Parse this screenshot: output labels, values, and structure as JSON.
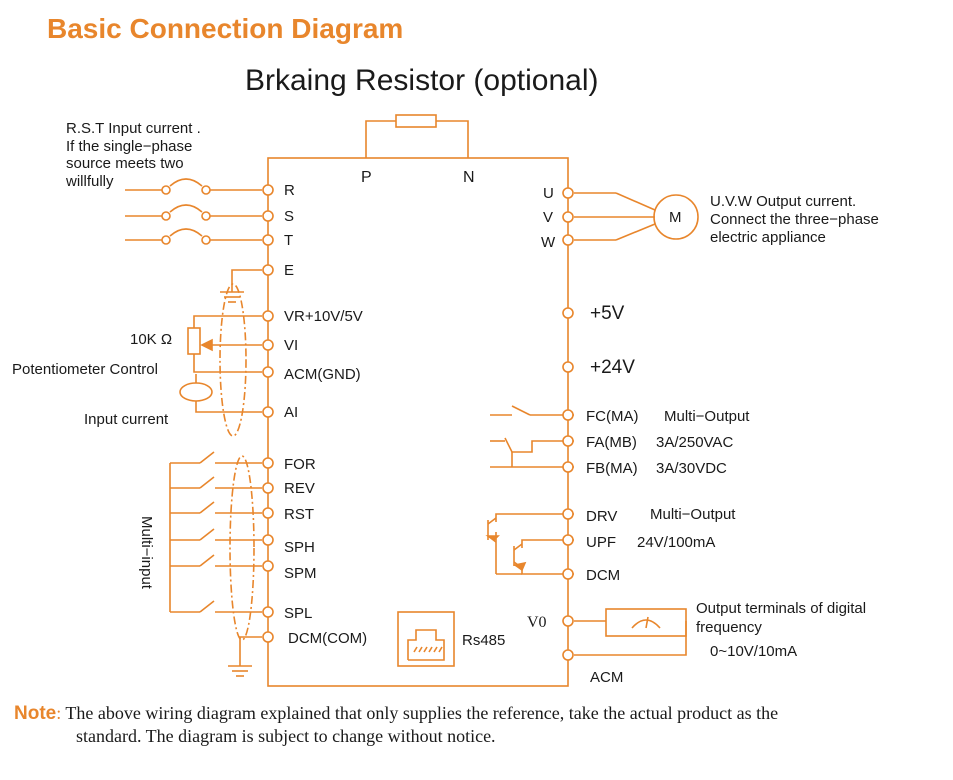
{
  "title": "Basic Connection Diagram",
  "subtitle": "Brkaing Resistor (optional)",
  "colors": {
    "accent": "#e8862c",
    "line": "#e8862c",
    "text": "#1a1a1a"
  },
  "bus_labels": {
    "p": "P",
    "n": "N"
  },
  "input_note": [
    "R.S.T Input current .",
    "If the single−phase",
    "source meets two",
    "willfully"
  ],
  "input_terminals": [
    "R",
    "S",
    "T",
    "E"
  ],
  "analog_terminals": [
    "VR+10V/5V",
    "VI",
    "ACM(GND)",
    "AI"
  ],
  "resistor_label": "10K Ω",
  "potentiometer_label": "Potentiometer Control",
  "input_current_label": "Input current",
  "digital_terminals": [
    "FOR",
    "REV",
    "RST",
    "SPH",
    "SPM",
    "SPL",
    "DCM(COM)"
  ],
  "multi_input_label": "Multi−input",
  "rs485_label": "Rs485",
  "output_terminals": [
    "U",
    "V",
    "W"
  ],
  "motor_label": "M",
  "output_note": [
    "U.V.W Output current.",
    "Connect the three−phase",
    "electric appliance"
  ],
  "power_terminals": [
    "+5V",
    "+24V"
  ],
  "relay_terminals": [
    "FC(MA)",
    "FA(MB)",
    "FB(MA)"
  ],
  "relay_specs": [
    "Multi−Output",
    "3A/250VAC",
    "3A/30VDC"
  ],
  "transistor_terminals": [
    "DRV",
    "UPF",
    "DCM"
  ],
  "transistor_specs": [
    "Multi−Output",
    "24V/100mA"
  ],
  "v0_label": "V0",
  "acm_label": "ACM",
  "freq_note": [
    "Output terminals of digital",
    "frequency",
    "0~10V/10mA"
  ],
  "note": {
    "label": "Note",
    "colon": ":",
    "line1": " The above wiring diagram explained that only supplies the reference, take the actual product  as the",
    "line2": "standard. The diagram is subject to change without notice."
  }
}
